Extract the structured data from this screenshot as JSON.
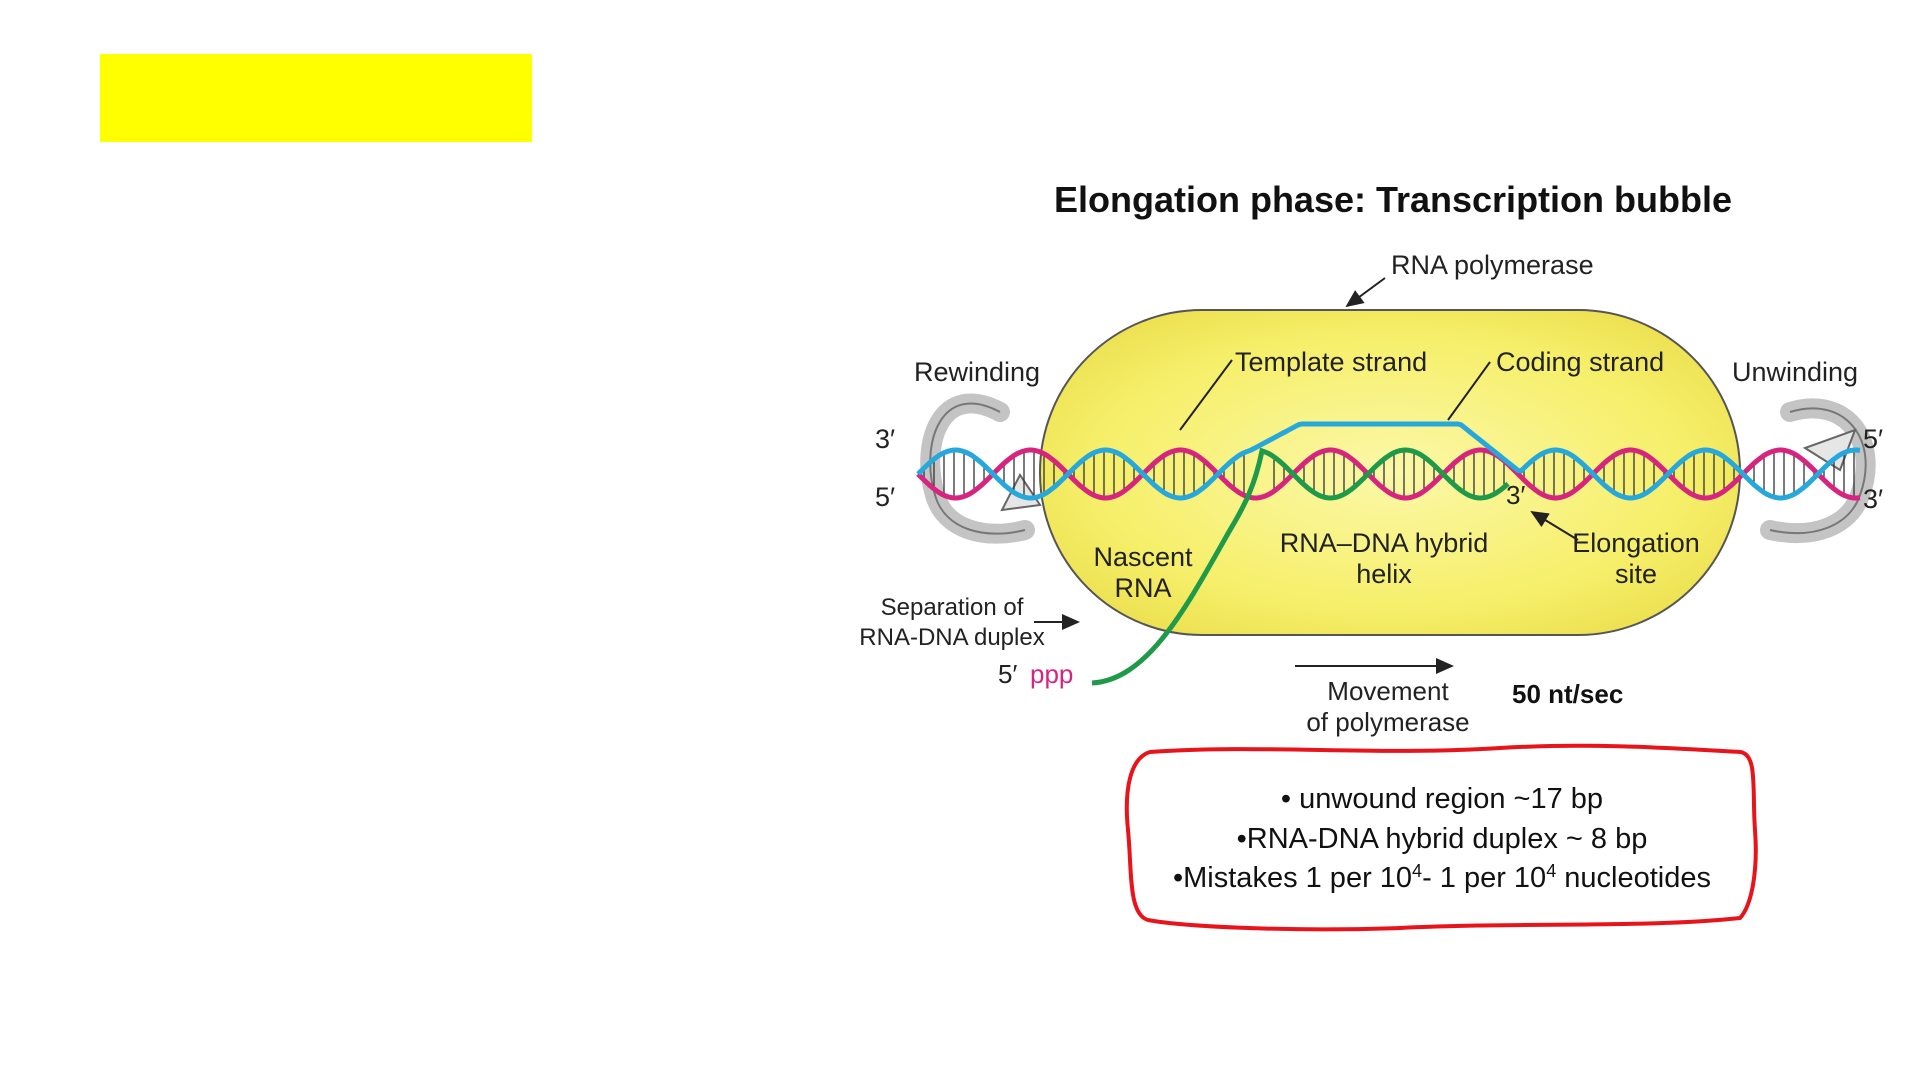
{
  "diagram": {
    "title": "Elongation phase: Transcription bubble",
    "labels": {
      "rna_polymerase": "RNA polymerase",
      "rewinding": "Rewinding",
      "unwinding": "Unwinding",
      "template_strand": "Template strand",
      "coding_strand": "Coding strand",
      "left_3prime": "3′",
      "left_5prime": "5′",
      "right_5prime": "5′",
      "right_3prime": "3′",
      "inner_3prime": "3′",
      "nascent_rna": "Nascent RNA",
      "hybrid_helix_line1": "RNA–DNA hybrid",
      "hybrid_helix_line2": "helix",
      "elongation_site_line1": "Elongation",
      "elongation_site_line2": "site",
      "separation_line1": "Separation of",
      "separation_line2": "RNA-DNA duplex",
      "five_prime_ppp_prefix": "5′",
      "five_prime_ppp": "ppp",
      "movement_line1": "Movement",
      "movement_line2": "of polymerase",
      "rate": "50 nt/sec"
    },
    "notes": {
      "line1": "• unwound region ~17 bp",
      "line2": "•RNA-DNA hybrid duplex ~ 8 bp",
      "line3_prefix": "•Mistakes 1 per 10",
      "line3_sup1": "4",
      "line3_mid": "- 1 per 10",
      "line3_sup2": "4",
      "line3_suffix": " nucleotides"
    },
    "colors": {
      "template": "#d6247f",
      "coding": "#27a8dc",
      "rna": "#1f9a4a",
      "polymerase": "#f6f07a",
      "note_border": "#e8141b",
      "highlight": "#ffff00"
    }
  }
}
